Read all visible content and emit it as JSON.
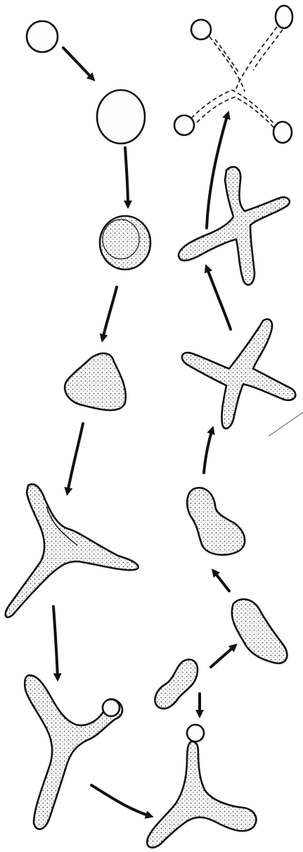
{
  "diagram": {
    "stages": [
      {
        "id": "sphere-small",
        "icon": "small-sphere-icon"
      },
      {
        "id": "sphere-large",
        "icon": "large-sphere-icon"
      },
      {
        "id": "sphere-stippled",
        "icon": "stippled-sphere-icon"
      },
      {
        "id": "triangular-blob",
        "icon": "triangular-blob-icon"
      },
      {
        "id": "three-arm",
        "icon": "three-arm-cell-icon"
      },
      {
        "id": "three-arm-budding",
        "icon": "three-arm-budding-cell-icon"
      },
      {
        "id": "three-arm-knobbed",
        "icon": "three-arm-knobbed-cell-icon"
      },
      {
        "id": "dumbbell-small",
        "icon": "dumbbell-small-icon"
      },
      {
        "id": "elongated-blob",
        "icon": "elongated-blob-icon"
      },
      {
        "id": "pear-blob",
        "icon": "pear-blob-icon"
      },
      {
        "id": "four-arm-star",
        "icon": "four-arm-star-icon"
      },
      {
        "id": "four-arm-cross",
        "icon": "four-arm-cross-icon"
      },
      {
        "id": "four-spores-dashed",
        "icon": "four-spores-dashed-icon"
      }
    ],
    "arrow_color": "#111111",
    "stipple_color": "#333333"
  }
}
